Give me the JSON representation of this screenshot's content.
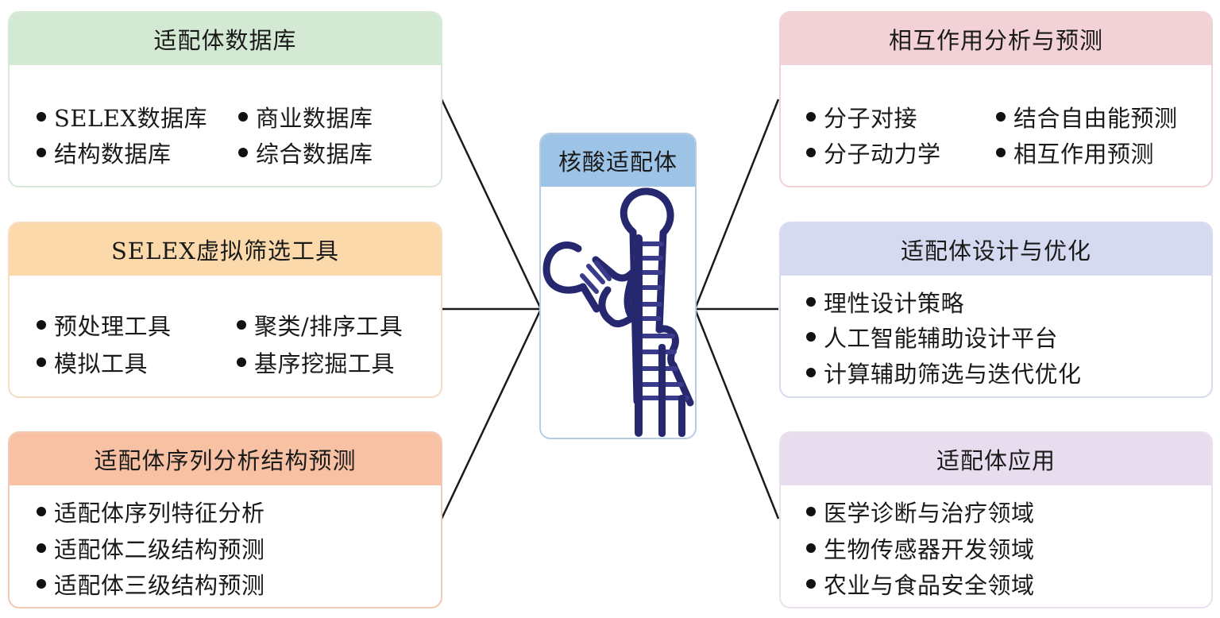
{
  "center": {
    "title": "核酸适配体",
    "image_icon": "aptamer-hairpin-structure-icon"
  },
  "panels": [
    {
      "id": "database",
      "title": "适配体数据库",
      "color": "#d4e9d3",
      "border": "#d7e8d7",
      "items": [
        "SELEX数据库",
        "商业数据库",
        "结构数据库",
        "综合数据库"
      ]
    },
    {
      "id": "selex-tools",
      "title": "SELEX虚拟筛选工具",
      "color": "#fbd9ab",
      "border": "#f6ddc0",
      "items": [
        "预处理工具",
        "聚类/排序工具",
        "模拟工具",
        "基序挖掘工具"
      ]
    },
    {
      "id": "sequence-structure",
      "title": "适配体序列分析结构预测",
      "color": "#f8c1a3",
      "border": "#f3c9b3",
      "items": [
        "适配体序列特征分析",
        "适配体二级结构预测",
        "适配体三级结构预测"
      ]
    },
    {
      "id": "interaction",
      "title": "相互作用分析与预测",
      "color": "#f2d2d6",
      "border": "#efd3d5",
      "items": [
        "分子对接",
        "结合自由能预测",
        "分子动力学",
        "相互作用预测"
      ]
    },
    {
      "id": "design",
      "title": "适配体设计与优化",
      "color": "#d5daf0",
      "border": "#d6dbef",
      "items": [
        "理性设计策略",
        "人工智能辅助设计平台",
        "计算辅助筛选与迭代优化"
      ]
    },
    {
      "id": "application",
      "title": "适配体应用",
      "color": "#e8dcef",
      "border": "#ebdff0",
      "items": [
        "医学诊断与治疗领域",
        "生物传感器开发领域",
        "农业与食品安全领域"
      ]
    }
  ]
}
